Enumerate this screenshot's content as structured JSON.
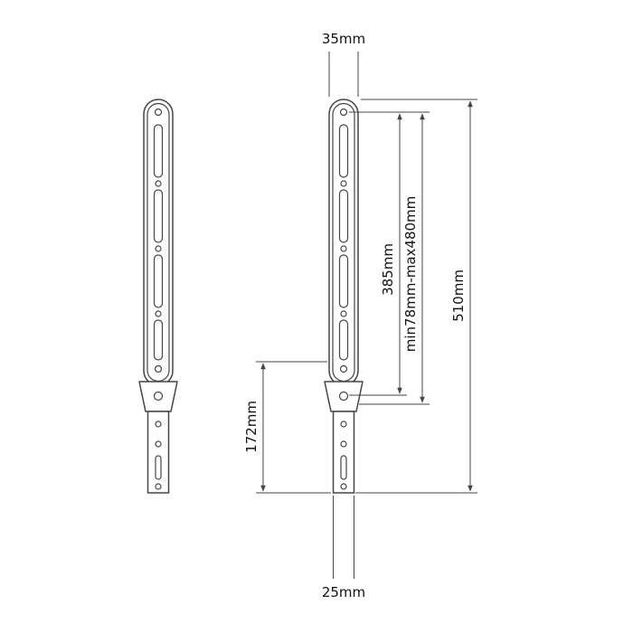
{
  "drawing": {
    "title": "soundbar bracket dimension drawing",
    "labels": {
      "top_width": "35mm",
      "bottom_width": "25mm",
      "adapter_length": "172mm",
      "slot_span": "385mm",
      "adjustable_span": "min78mm-max480mm",
      "total_length": "510mm"
    },
    "colors": {
      "line": "#454545",
      "text": "#111111",
      "background": "#ffffff"
    }
  }
}
